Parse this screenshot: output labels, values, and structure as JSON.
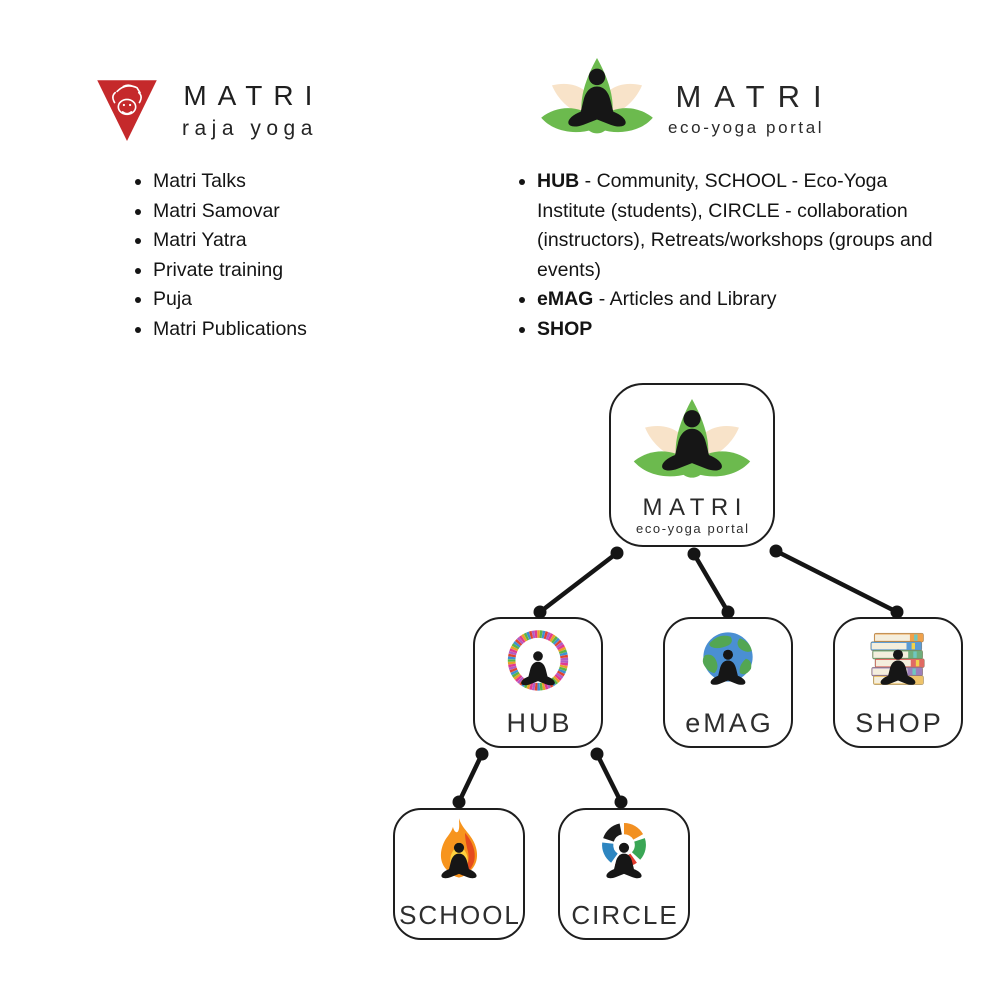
{
  "header": {
    "raja": {
      "title": "MATRI",
      "subtitle": "raja yoga",
      "triangle_color": "#c5292b"
    },
    "eco": {
      "title": "MATRI",
      "subtitle": "eco-yoga portal",
      "leaf_green": "#6cba4e",
      "petal_cream": "#f8e3c9"
    }
  },
  "raja_list": {
    "items": [
      "Matri Talks",
      "Matri Samovar",
      "Matri Yatra",
      "Private training",
      "Puja",
      "Matri Publications"
    ]
  },
  "eco_list": {
    "items": [
      {
        "bold": "HUB",
        "rest": " - Community, SCHOOL - Eco-Yoga Institute (students), CIRCLE - collaboration (instructors), Retreats/workshops (groups and events)"
      },
      {
        "bold": "eMAG",
        "rest": " - Articles and Library"
      },
      {
        "bold": "SHOP",
        "rest": ""
      }
    ]
  },
  "tree": {
    "root": {
      "label": "MATRI",
      "sublabel": "eco-yoga portal",
      "icon": "lotus-meditator-icon"
    },
    "nodes": [
      {
        "id": "hub",
        "label": "HUB",
        "icon": "people-ring-meditator-icon"
      },
      {
        "id": "emag",
        "label": "eMAG",
        "icon": "globe-meditator-icon"
      },
      {
        "id": "shop",
        "label": "SHOP",
        "icon": "books-meditator-icon"
      },
      {
        "id": "school",
        "label": "SCHOOL",
        "icon": "flame-meditator-icon"
      },
      {
        "id": "circle",
        "label": "CIRCLE",
        "icon": "hands-circle-meditator-icon"
      }
    ],
    "edges": [
      {
        "from": "MATRI",
        "to": "HUB"
      },
      {
        "from": "MATRI",
        "to": "eMAG"
      },
      {
        "from": "MATRI",
        "to": "SHOP"
      },
      {
        "from": "HUB",
        "to": "SCHOOL"
      },
      {
        "from": "HUB",
        "to": "CIRCLE"
      }
    ]
  },
  "colors": {
    "edge_line": "#151515",
    "node_border": "#1e1e1e"
  }
}
